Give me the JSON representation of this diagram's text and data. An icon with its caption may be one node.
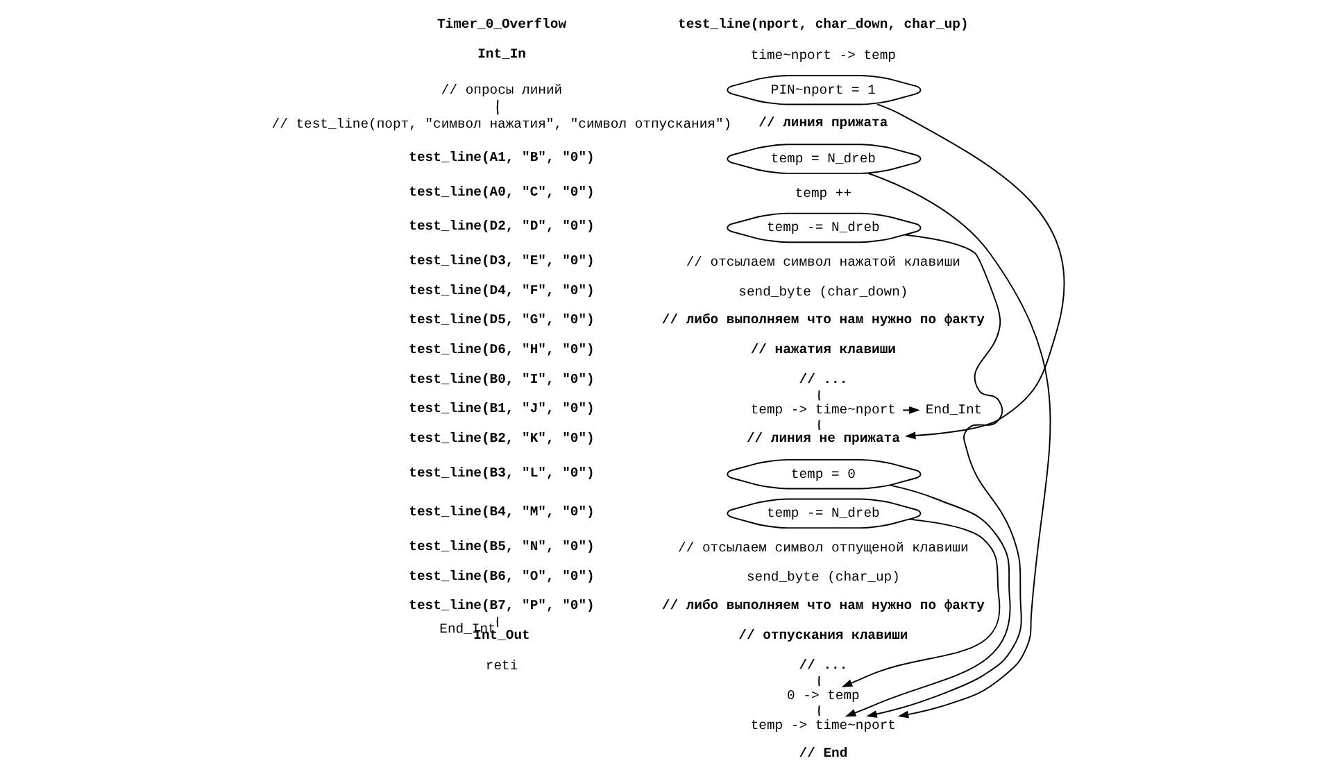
{
  "diagram": {
    "nodes": [
      {
        "text": [
          "Timer_0_Overflow"
        ]
      },
      {
        "text": [
          "Int_In"
        ]
      },
      {
        "text": [
          "// опросы линий"
        ]
      },
      {
        "text": [
          "// test_line(порт, \"символ нажатия\", \"символ отпускания\")"
        ]
      },
      {
        "text": [
          "test_line(A1, \"B\", \"0\")"
        ]
      },
      {
        "text": [
          "test_line(A0, \"C\", \"0\")"
        ]
      },
      {
        "text": [
          "test_line(D2, \"D\", \"0\")"
        ]
      },
      {
        "text": [
          "test_line(D3, \"E\", \"0\")"
        ]
      },
      {
        "text": [
          "test_line(D4, \"F\", \"0\")"
        ]
      },
      {
        "text": [
          "test_line(D5, \"G\", \"0\")"
        ]
      },
      {
        "text": [
          "test_line(D6, \"H\", \"0\")"
        ]
      },
      {
        "text": [
          "test_line(B0, \"I\", \"0\")"
        ]
      },
      {
        "text": [
          "test_line(B1, \"J\", \"0\")"
        ]
      },
      {
        "text": [
          "test_line(B2, \"K\", \"0\")"
        ]
      },
      {
        "text": [
          "test_line(B3, \"L\", \"0\")"
        ]
      },
      {
        "text": [
          "test_line(B4, \"M\", \"0\")"
        ]
      },
      {
        "text": [
          "test_line(B5, \"N\", \"0\")"
        ]
      },
      {
        "text": [
          "test_line(B6, \"O\", \"0\")"
        ]
      },
      {
        "text": [
          "test_line(B7, \"P\", \"0\")"
        ]
      },
      {
        "text": [
          "Int_Out"
        ]
      },
      {
        "text": [
          "reti"
        ]
      },
      {
        "text": [
          "test_line(nport, char_down, char_up)"
        ]
      },
      {
        "text": [
          "time~nport -> temp"
        ]
      },
      {
        "text": [
          "PIN~nport = 1"
        ]
      },
      {
        "text": [
          "// линия прижата"
        ]
      },
      {
        "text": [
          "temp = N_dreb"
        ]
      },
      {
        "text": [
          "temp ++"
        ]
      },
      {
        "text": [
          "temp -= N_dreb"
        ]
      },
      {
        "text": [
          "// отсылаем символ нажатой клавиши"
        ]
      },
      {
        "text": [
          "send_byte (char_down)"
        ]
      },
      {
        "text": [
          "// либо выполняем что нам нужно по факту"
        ]
      },
      {
        "text": [
          "// нажатия клавиши"
        ]
      },
      {
        "text": [
          "// ..."
        ]
      },
      {
        "text": [
          "temp -> time~nport"
        ]
      },
      {
        "text": [
          "End_Int"
        ]
      },
      {
        "text": [
          "// линия не прижата"
        ]
      },
      {
        "text": [
          "temp = 0"
        ]
      },
      {
        "text": [
          "temp -= N_dreb"
        ]
      },
      {
        "text": [
          "// отсылаем символ отпущеной клавиши"
        ]
      },
      {
        "text": [
          "send_byte (char_up)"
        ]
      },
      {
        "text": [
          "// либо выполняем что нам нужно по факту"
        ]
      },
      {
        "text": [
          "// отпускания клавиши"
        ]
      },
      {
        "text": [
          "// ..."
        ]
      },
      {
        "text": [
          "0 -> temp"
        ]
      },
      {
        "text": [
          "temp -> time~nport"
        ]
      },
      {
        "text": [
          "// End"
        ]
      }
    ],
    "edges": [
      {
        "from": 2,
        "to": 3,
        "arrow": "none"
      },
      {
        "from": 18,
        "to": 19,
        "arrow": "none",
        "label": "End_Int"
      },
      {
        "from": 32,
        "to": 33,
        "arrow": "none"
      },
      {
        "from": 33,
        "to": 34,
        "arrow": "to"
      },
      {
        "from": 33,
        "to": 35,
        "arrow": "none"
      },
      {
        "from": 23,
        "to": 35,
        "arrow": "to"
      },
      {
        "from": 25,
        "to": 44,
        "arrow": "to"
      },
      {
        "from": 27,
        "to": 44,
        "arrow": "to"
      },
      {
        "from": 36,
        "to": 44,
        "arrow": "to"
      },
      {
        "from": 37,
        "to": 43,
        "arrow": "to"
      },
      {
        "from": 42,
        "to": 43,
        "arrow": "none"
      },
      {
        "from": 43,
        "to": 44,
        "arrow": "none"
      }
    ]
  }
}
